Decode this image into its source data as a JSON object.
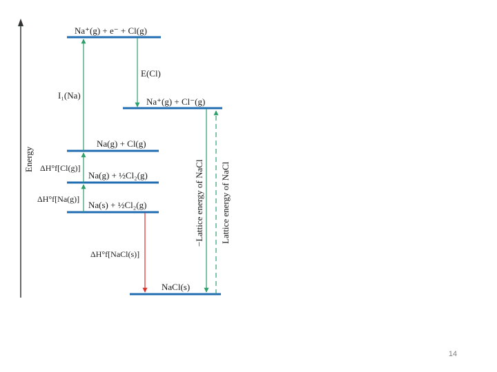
{
  "diagram": {
    "axis_label": "Energy",
    "levels": {
      "top": {
        "label": "Na⁺(g) + e⁻ + Cl(g)"
      },
      "ions": {
        "label": "Na⁺(g) + Cl⁻(g)"
      },
      "atoms": {
        "label": "Na(g) + Cl(g)"
      },
      "na_gas": {
        "label": "Na(g) + ½Cl₂(g)"
      },
      "na_sol": {
        "label": "Na(s) + ½Cl₂(g)"
      },
      "nacl": {
        "label": "NaCl(s)"
      }
    },
    "steps": {
      "ionization": {
        "label": "I₁(Na)",
        "color": "#2e9e6b"
      },
      "electron_aff": {
        "label": "E(Cl)",
        "color": "#2e9e6b"
      },
      "hf_cl": {
        "label": "ΔH°f[Cl(g)]",
        "color": "#2e9e6b"
      },
      "hf_na": {
        "label": "ΔH°f[Na(g)]",
        "color": "#2e9e6b"
      },
      "hf_nacl": {
        "label": "ΔH°f[NaCl(s)]",
        "color": "#d9302b"
      },
      "neg_lattice": {
        "label": "−Lattice energy of NaCl",
        "color": "#2e9e6b"
      },
      "lattice": {
        "label": "Lattice energy of NaCl",
        "color": "#2e9e6b"
      }
    },
    "level_color": "#1f6db0"
  },
  "footer": {
    "slide_number": "14"
  }
}
